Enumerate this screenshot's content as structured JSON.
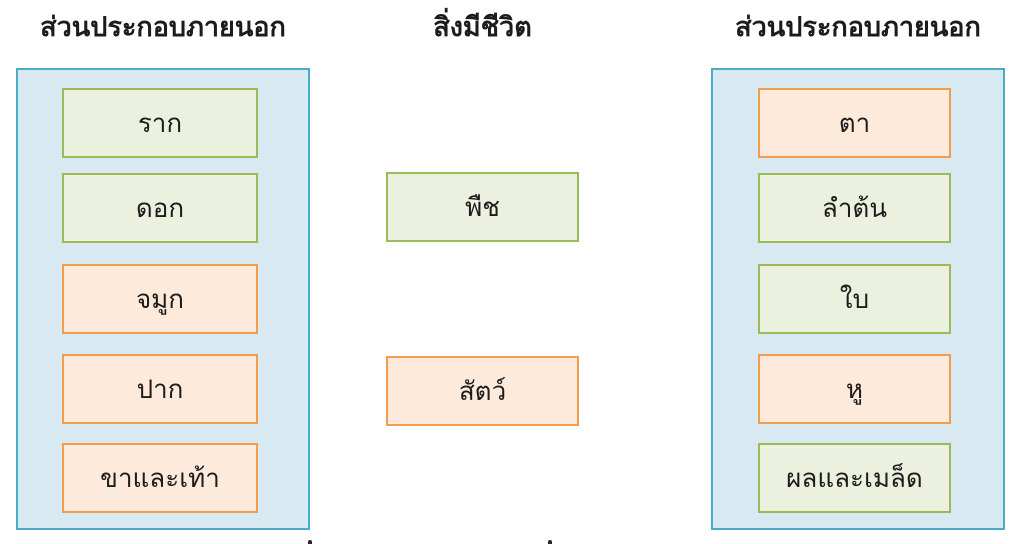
{
  "diagram": {
    "columns": [
      {
        "title": "ส่วนประกอบภายนอก",
        "items": [
          {
            "label": "ราก",
            "type": "green"
          },
          {
            "label": "ดอก",
            "type": "green"
          },
          {
            "label": "จมูก",
            "type": "orange"
          },
          {
            "label": "ปาก",
            "type": "orange"
          },
          {
            "label": "ขาและเท้า",
            "type": "orange"
          }
        ]
      },
      {
        "title": "สิ่งมีชีวิต",
        "items": [
          {
            "label": "พืช",
            "type": "green"
          },
          {
            "label": "สัตว์",
            "type": "orange"
          }
        ]
      },
      {
        "title": "ส่วนประกอบภายนอก",
        "items": [
          {
            "label": "ตา",
            "type": "orange"
          },
          {
            "label": "ลำต้น",
            "type": "green"
          },
          {
            "label": "ใบ",
            "type": "green"
          },
          {
            "label": "หู",
            "type": "orange"
          },
          {
            "label": "ผลและเมล็ด",
            "type": "green"
          }
        ]
      }
    ],
    "colors": {
      "panel_fill": "#d9e9f2",
      "panel_border": "#4bacc6",
      "green_fill": "#ebf1de",
      "green_border": "#9cba59",
      "orange_fill": "#fdeada",
      "orange_border": "#f29c4f",
      "text": "#1c1c1c"
    }
  }
}
